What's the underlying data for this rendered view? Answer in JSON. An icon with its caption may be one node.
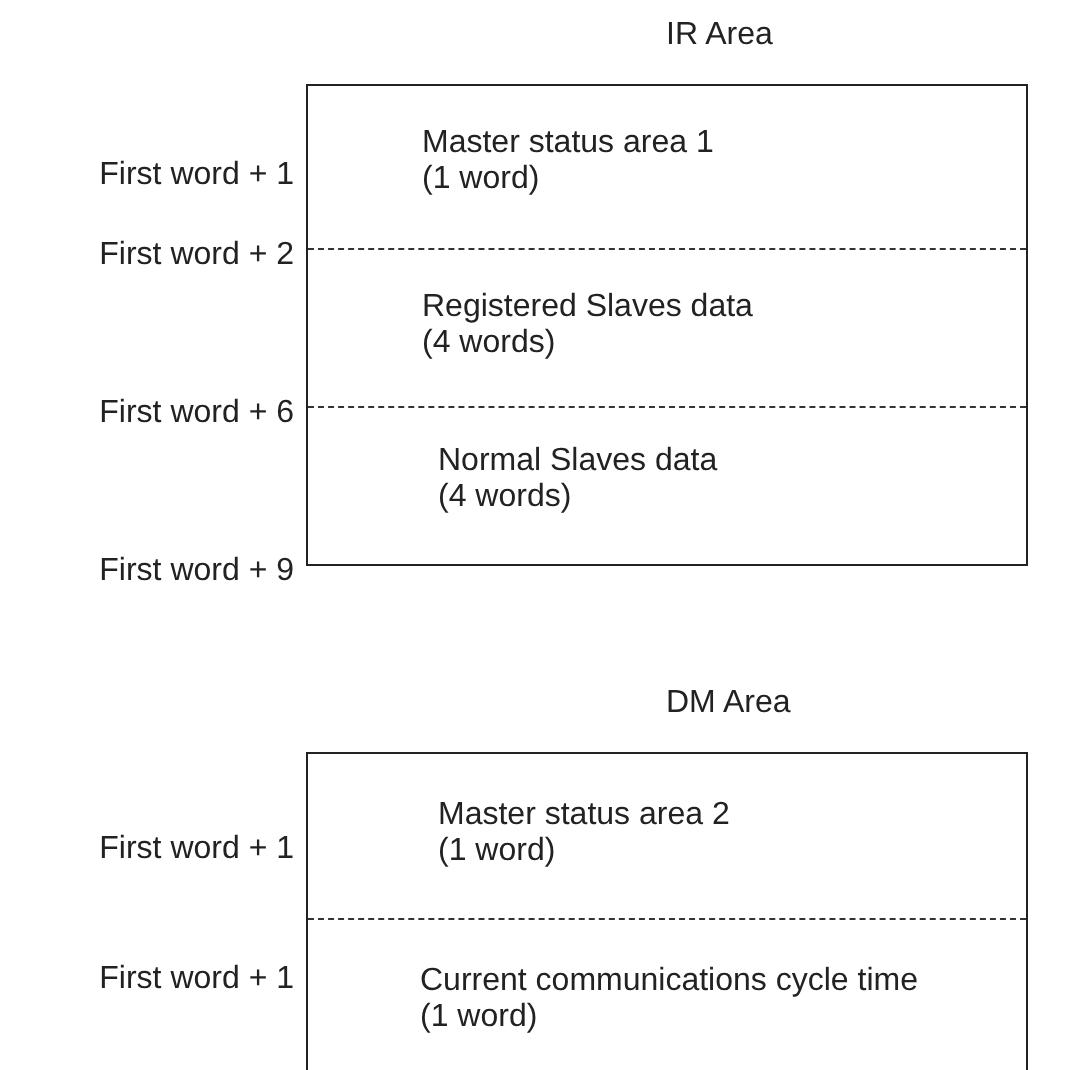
{
  "diagram": {
    "nodes": [
      {
        "text": [
          "IR Area"
        ]
      },
      {
        "text": [
          "Master status area 1",
          "(1 word)"
        ],
        "in": 0
      },
      {
        "text": [
          "Registered Slaves data",
          "(4 words)"
        ],
        "in": 0
      },
      {
        "text": [
          "Normal Slaves data",
          "(4 words)"
        ],
        "in": 0
      },
      {
        "text": [
          "DM Area"
        ]
      },
      {
        "text": [
          "Master status area 2",
          "(1 word)"
        ],
        "in": 4
      },
      {
        "text": [
          "Current communications cycle time",
          "(1 word)"
        ],
        "in": 4
      }
    ],
    "edges": [],
    "labels": [
      "First word + 1",
      "First word + 2",
      "First word + 6",
      "First word + 9",
      "First word + 1",
      "First word + 1"
    ]
  }
}
